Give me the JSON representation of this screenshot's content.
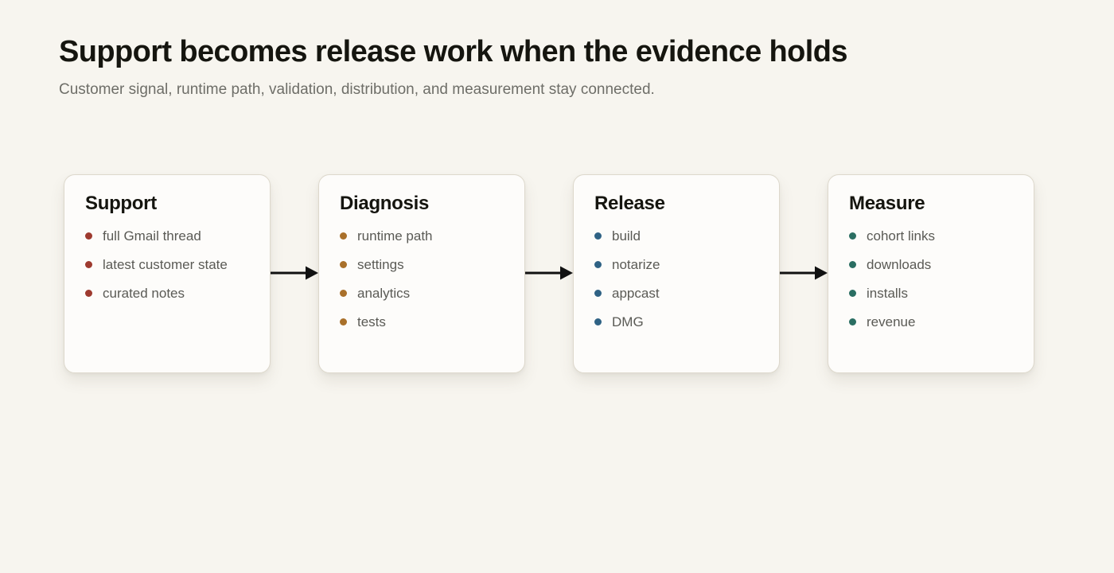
{
  "header": {
    "title": "Support becomes release work when the evidence holds",
    "subtitle": "Customer signal, runtime path, validation, distribution, and measurement stay connected."
  },
  "theme": {
    "page_background": "#f7f5ef",
    "card_background": "#fdfcfa",
    "card_border": "#ddd8cc",
    "title_color": "#15150f",
    "subtitle_color": "#6e6e68",
    "item_color": "#5a5a55",
    "arrow_color": "#111111"
  },
  "flow": {
    "arrow_icon_name": "arrow-right-icon",
    "stages": [
      {
        "title": "Support",
        "accent": "#9e3a2f",
        "items": [
          "full Gmail thread",
          "latest customer state",
          "curated notes"
        ]
      },
      {
        "title": "Diagnosis",
        "accent": "#a9702a",
        "items": [
          "runtime path",
          "settings",
          "analytics",
          "tests"
        ]
      },
      {
        "title": "Release",
        "accent": "#2f6284",
        "items": [
          "build",
          "notarize",
          "appcast",
          "DMG"
        ]
      },
      {
        "title": "Measure",
        "accent": "#2a6e62",
        "items": [
          "cohort links",
          "downloads",
          "installs",
          "revenue"
        ]
      }
    ]
  }
}
